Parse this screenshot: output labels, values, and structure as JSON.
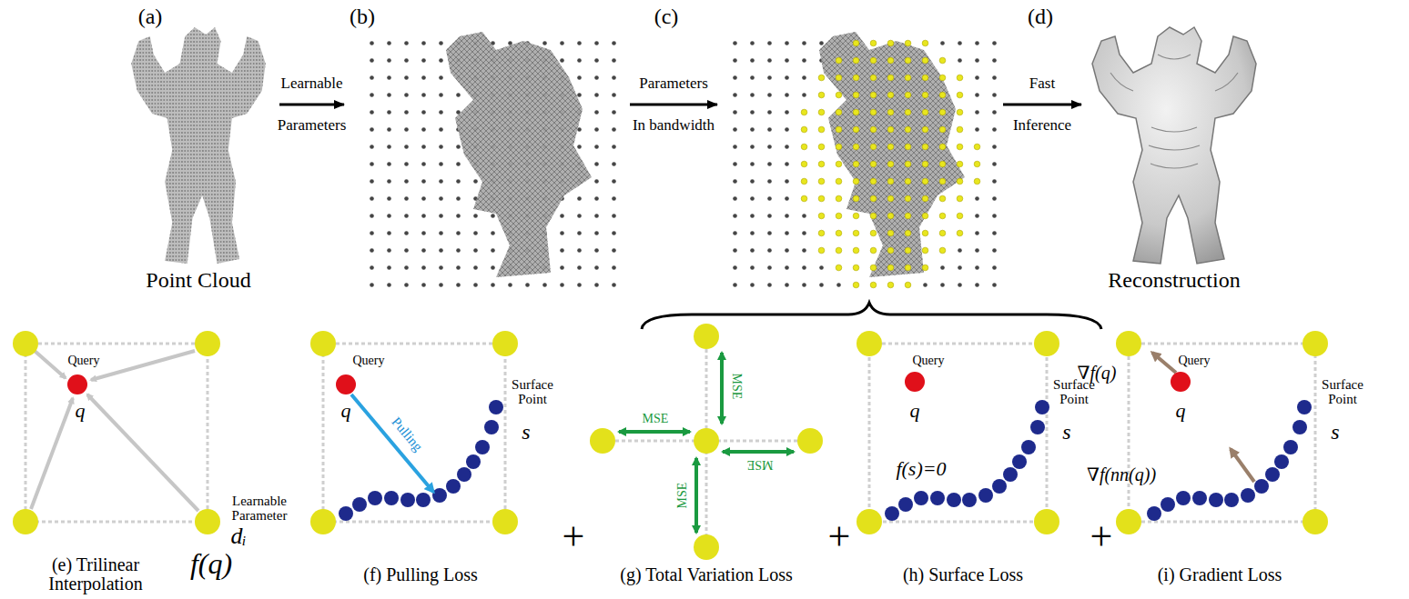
{
  "diagram": {
    "nodes": [
      {
        "text": [
          "(a)",
          "Point Cloud"
        ]
      },
      {
        "text": [
          "(b)"
        ]
      },
      {
        "text": [
          "(c)"
        ]
      },
      {
        "text": [
          "(d)",
          "Reconstruction"
        ]
      }
    ],
    "edges": [
      {
        "from": 0,
        "to": 1,
        "label": "Learnable Parameters",
        "arrow": "to"
      },
      {
        "from": 1,
        "to": 2,
        "label": "Parameters In bandwidth",
        "arrow": "to"
      },
      {
        "from": 2,
        "to": 3,
        "label": "Fast Inference",
        "arrow": "to"
      }
    ],
    "labels": [
      "Query",
      "q",
      "Learnable Parameter",
      "dᵢ",
      "f(q)",
      "(e) Trilinear Interpolation",
      "Query",
      "q",
      "Pulling",
      "Surface Point",
      "s",
      "(f) Pulling Loss",
      "MSE",
      "MSE",
      "MSE",
      "MSE",
      "(g) Total Variation Loss",
      "Query",
      "q",
      "Surface Point",
      "s",
      "f(s)=0",
      "(h) Surface Loss",
      "∇f(q)",
      "Query",
      "q",
      "Surface Point",
      "s",
      "∇f(nn(q))",
      "(i) Gradient Loss",
      "+",
      "+",
      "+"
    ]
  }
}
